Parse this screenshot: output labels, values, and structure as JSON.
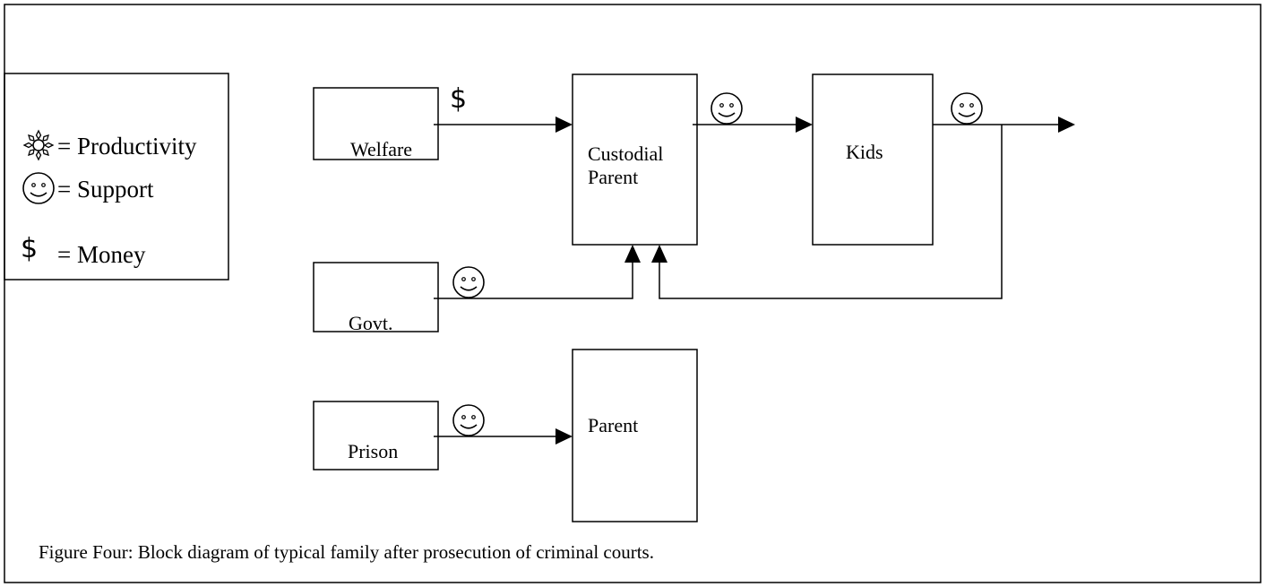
{
  "legend": {
    "items": [
      {
        "icon": "sun-icon",
        "text": "= Productivity"
      },
      {
        "icon": "smiley-icon",
        "text": "= Support"
      },
      {
        "icon": "dollar-icon",
        "text": "= Money"
      }
    ],
    "dollar_glyph": "$"
  },
  "blocks": {
    "welfare": "Welfare",
    "custodial_line1": "Custodial",
    "custodial_line2": "Parent",
    "kids": "Kids",
    "govt": "Govt.",
    "prison": "Prison",
    "parent": "Parent"
  },
  "symbols": {
    "dollar_glyph": "$"
  },
  "caption": "Figure Four: Block diagram of typical family after prosecution of criminal courts.",
  "colors": {
    "stroke": "#000000",
    "background": "#ffffff"
  }
}
